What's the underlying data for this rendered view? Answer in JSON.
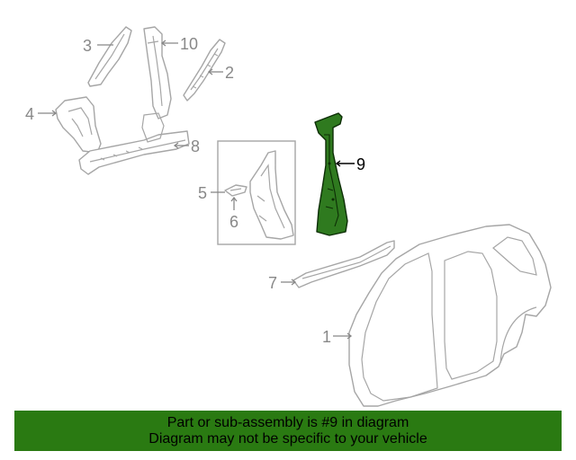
{
  "diagram": {
    "callouts": {
      "c1": "1",
      "c2": "2",
      "c3": "3",
      "c4": "4",
      "c5": "5",
      "c6": "6",
      "c7": "7",
      "c8": "8",
      "c9": "9",
      "c10": "10"
    },
    "highlighted_part": "9",
    "highlight_color": "#2f7a1f"
  },
  "banner": {
    "line1": "Part or sub-assembly is #9 in diagram",
    "line2": "Diagram may not be specific to your vehicle",
    "background": "#2a7a12"
  }
}
